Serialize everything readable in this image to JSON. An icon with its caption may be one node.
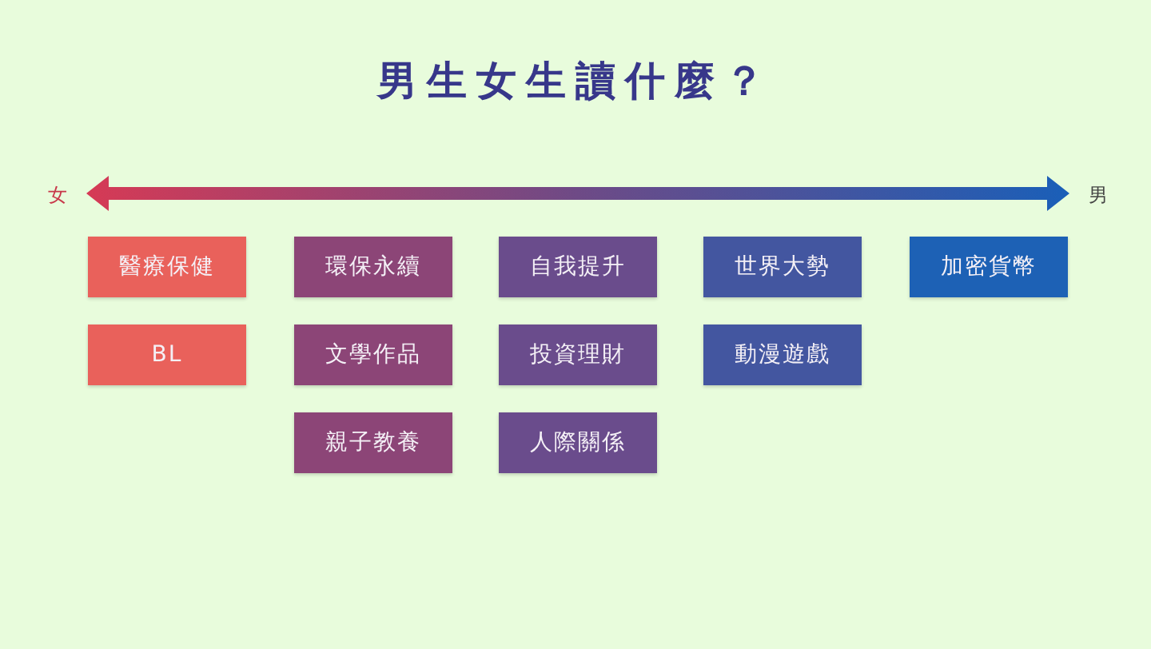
{
  "diagram": {
    "title": "男生女生讀什麼？",
    "nodes": [
      {
        "text": [
          "醫療保健"
        ]
      },
      {
        "text": [
          "環保永續"
        ]
      },
      {
        "text": [
          "自我提升"
        ]
      },
      {
        "text": [
          "世界大勢"
        ]
      },
      {
        "text": [
          "加密貨幣"
        ]
      },
      {
        "text": [
          "BL"
        ]
      },
      {
        "text": [
          "文學作品"
        ]
      },
      {
        "text": [
          "投資理財"
        ]
      },
      {
        "text": [
          "動漫遊戲"
        ]
      },
      {
        "text": [
          "親子教養"
        ]
      },
      {
        "text": [
          "人際關係"
        ]
      }
    ],
    "labels": [
      "女",
      "男"
    ]
  }
}
